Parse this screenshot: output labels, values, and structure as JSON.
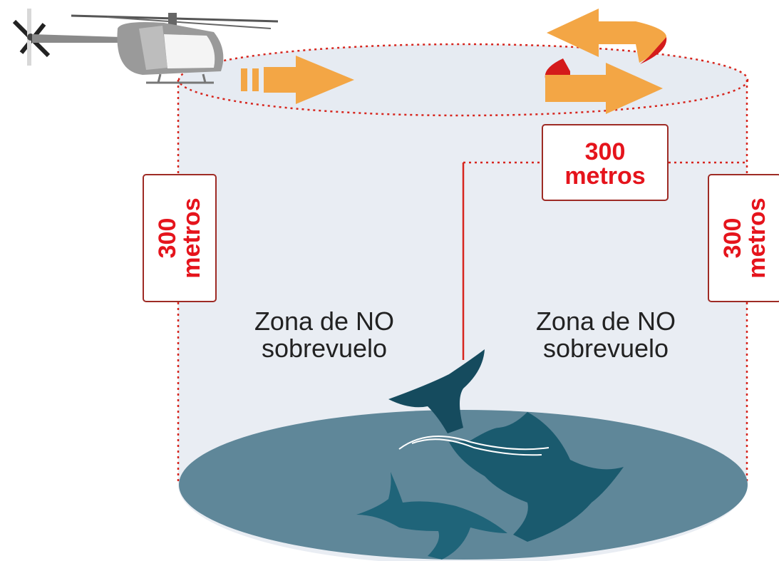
{
  "labels": {
    "left": {
      "value": "300",
      "unit": "metros"
    },
    "top_center": {
      "value": "300",
      "unit": "metros"
    },
    "right": {
      "value": "300",
      "unit": "metros"
    }
  },
  "zones": [
    {
      "line1": "Zona de NO",
      "line2": "sobrevuelo"
    },
    {
      "line1": "Zona de NO",
      "line2": "sobrevuelo"
    }
  ],
  "colors": {
    "cylinder_fill": "#e9edf3",
    "dotted_red": "#d7261e",
    "arrow_orange": "#f3a645",
    "arrow_red": "#d41b1b",
    "water": "#5f8799",
    "whale_dark": "#154b5e",
    "whale_mid": "#1f6479",
    "label_text": "#e5141c"
  }
}
